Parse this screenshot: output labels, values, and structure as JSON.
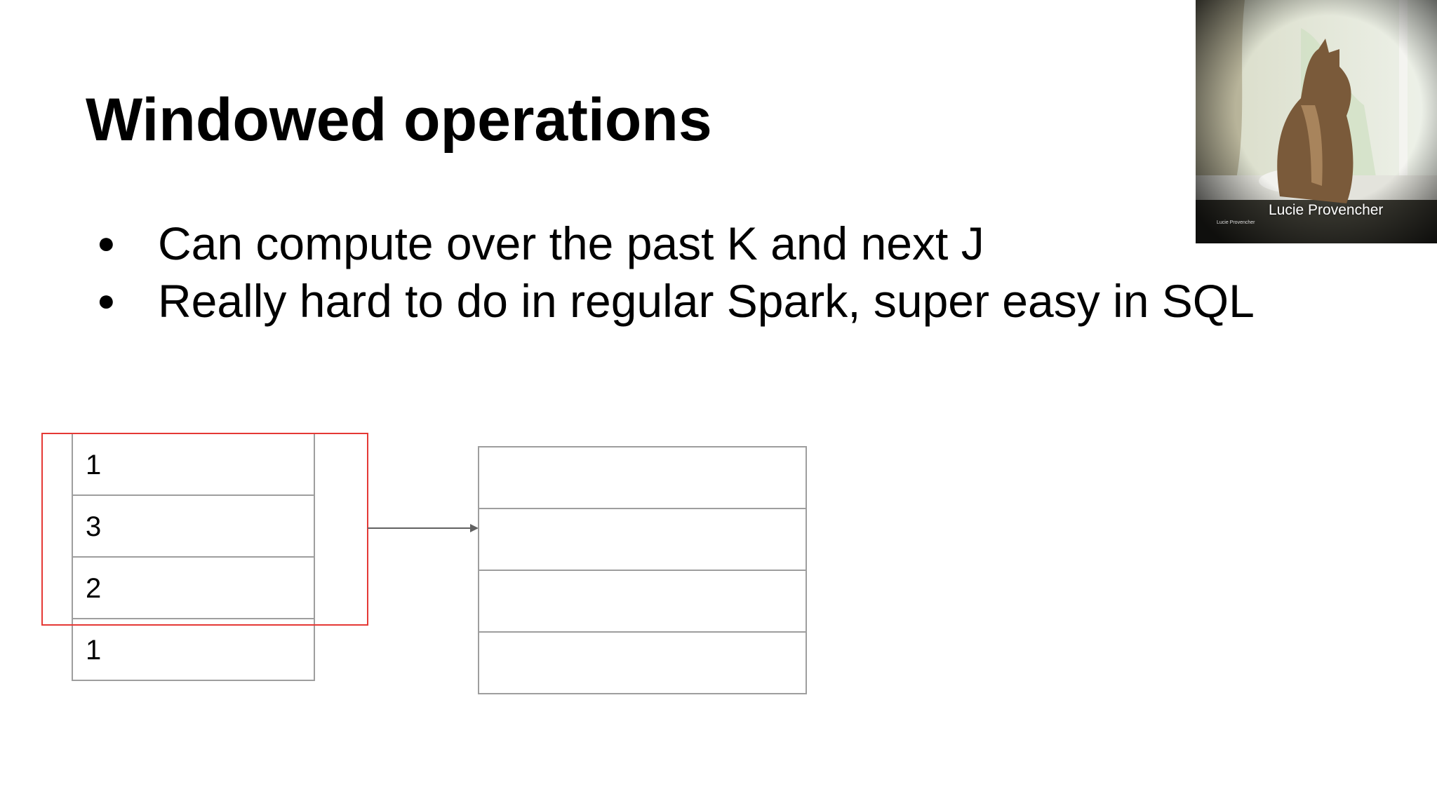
{
  "slide": {
    "title": "Windowed operations",
    "bullets": [
      "Can compute over the past K and next J",
      "Really hard to do in regular Spark, super easy in SQL"
    ],
    "bullet_glyph": "●"
  },
  "webcam": {
    "name_label": "Lucie Provencher",
    "small_label": "Lucie Provencher"
  },
  "diagram": {
    "input_values": [
      "1",
      "3",
      "2",
      "1"
    ],
    "output_values": [
      "",
      "",
      "",
      ""
    ],
    "window_color": "#e53935",
    "arrow_color": "#616161"
  }
}
